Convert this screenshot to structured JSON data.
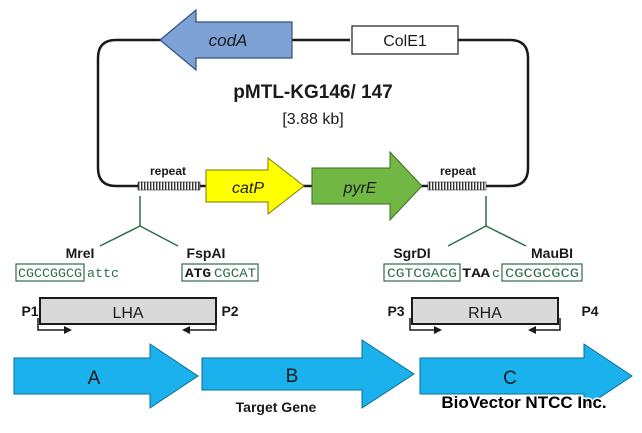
{
  "plasmid": {
    "name": "pMTL-KG146/ 147",
    "size": "[3.88 kb]"
  },
  "genes": {
    "codA": "codA",
    "colE1": "ColE1",
    "catP": "catP",
    "pyrE": "pyrE"
  },
  "repeats": {
    "left": "repeat",
    "right": "repeat"
  },
  "sites": {
    "mrel": "MreI",
    "fspal": "FspAI",
    "sgrdi": "SgrDI",
    "maubi": "MauBI"
  },
  "sequences": {
    "left": {
      "boxed1": "CGCCGGCG",
      "plain": "attc",
      "bold": "ATG",
      "boxed2": "CGCAT"
    },
    "right": {
      "boxed1": "CGTCGACG",
      "bold": "TAA",
      "plain": "c",
      "boxed2": "CGCGCGCG"
    }
  },
  "primers": {
    "p1": "P1",
    "p2": "P2",
    "p3": "P3",
    "p4": "P4"
  },
  "homology": {
    "lha": "LHA",
    "rha": "RHA"
  },
  "fragments": {
    "a": "A",
    "b": "B",
    "c": "C"
  },
  "target_label": "Target Gene",
  "watermark": "BioVector NTCC Inc.",
  "colors": {
    "codA": "#7fa2d6",
    "catP": "#ffff00",
    "pyrE": "#70b843",
    "fragment": "#1ab1ec",
    "homology_fill": "#d9d9d9",
    "seq_text": "#2e6b4a",
    "line": "#1a1a1a",
    "site_line": "#2e6b4a"
  }
}
